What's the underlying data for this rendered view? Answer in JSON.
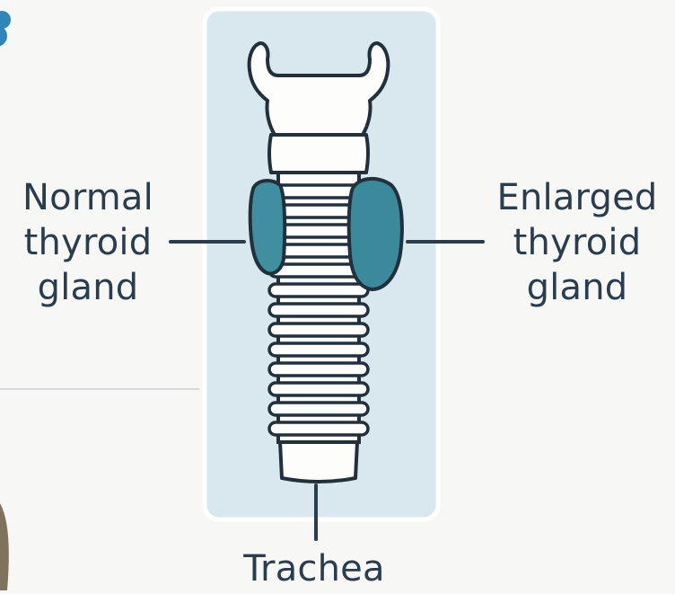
{
  "diagram": {
    "labels": {
      "normal": [
        "Normal",
        "thyroid",
        "gland"
      ],
      "enlarged": [
        "Enlarged",
        "thyroid",
        "gland"
      ],
      "trachea": "Trachea"
    },
    "colors": {
      "background": "#f7f7f6",
      "panel": "#d9e7ef",
      "panel_border": "#ffffff",
      "outline": "#22303c",
      "cartilage": "#fdfdfc",
      "gland_normal": "#3f8fa0",
      "gland_enlarged": "#3b8a9b",
      "label_text": "#2a3d4f",
      "corner_accent": "#2f86b8"
    }
  }
}
